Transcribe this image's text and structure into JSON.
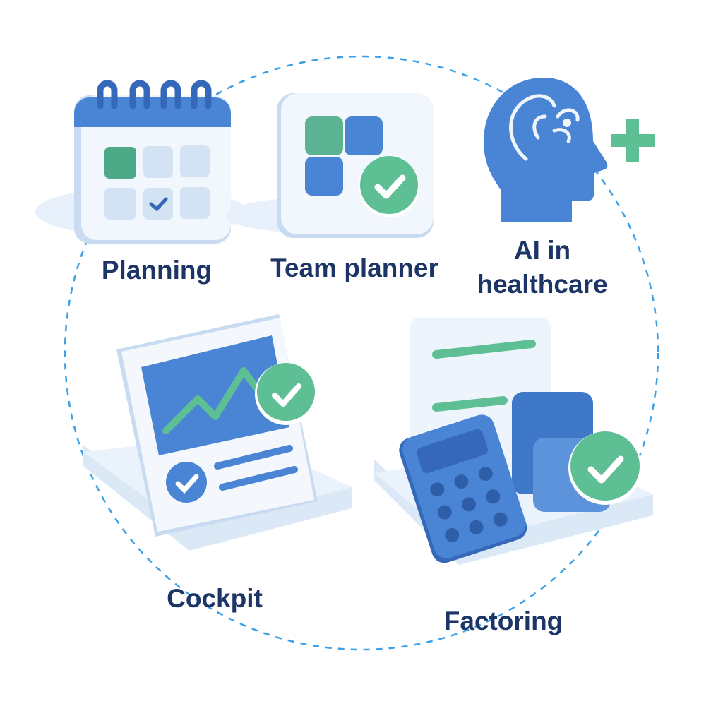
{
  "items": [
    {
      "id": "planning",
      "label": "Planning"
    },
    {
      "id": "team-planner",
      "label": "Team planner"
    },
    {
      "id": "ai-healthcare",
      "label_line1": "AI in",
      "label_line2": "healthcare"
    },
    {
      "id": "cockpit",
      "label": "Cockpit"
    },
    {
      "id": "factoring",
      "label": "Factoring"
    }
  ],
  "colors": {
    "primary": "#4a84d4",
    "dark_blue": "#3568b8",
    "green": "#5fbf94",
    "light": "#eef5fc",
    "pale": "#cfe0f3",
    "text": "#1c3466",
    "dash": "#3aa0e8"
  }
}
